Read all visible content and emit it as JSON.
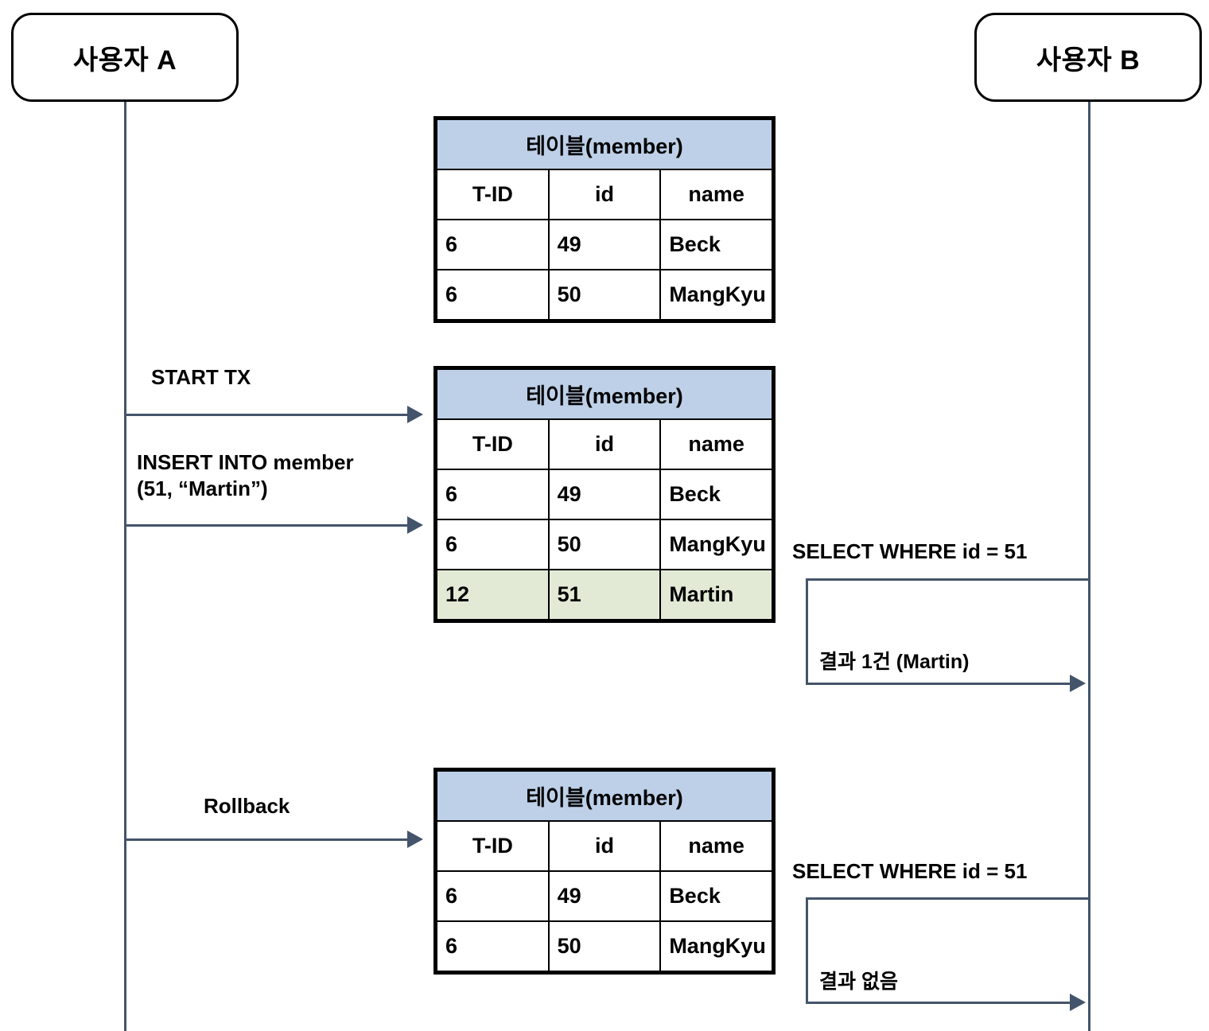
{
  "diagram": {
    "title": "Dirty Read sequence diagram",
    "colors": {
      "table_header_blue": "#bdd0e8",
      "new_row_green": "#e2ead6",
      "arrow_slate": "#44546a",
      "border_black": "#000000"
    }
  },
  "actors": {
    "left": {
      "label": "사용자 A"
    },
    "right": {
      "label": "사용자 B"
    }
  },
  "tables": [
    {
      "title": "테이블(member)",
      "columns": [
        "T-ID",
        "id",
        "name"
      ],
      "rows": [
        {
          "tid": "6",
          "id": "49",
          "name": "Beck",
          "highlight": false
        },
        {
          "tid": "6",
          "id": "50",
          "name": "MangKyu",
          "highlight": false
        }
      ]
    },
    {
      "title": "테이블(member)",
      "columns": [
        "T-ID",
        "id",
        "name"
      ],
      "rows": [
        {
          "tid": "6",
          "id": "49",
          "name": "Beck",
          "highlight": false
        },
        {
          "tid": "6",
          "id": "50",
          "name": "MangKyu",
          "highlight": false
        },
        {
          "tid": "12",
          "id": "51",
          "name": "Martin",
          "highlight": true
        }
      ]
    },
    {
      "title": "테이블(member)",
      "columns": [
        "T-ID",
        "id",
        "name"
      ],
      "rows": [
        {
          "tid": "6",
          "id": "49",
          "name": "Beck",
          "highlight": false
        },
        {
          "tid": "6",
          "id": "50",
          "name": "MangKyu",
          "highlight": false
        }
      ]
    }
  ],
  "messages": {
    "start_tx": "START TX",
    "insert": "INSERT INTO member\n(51, “Martin”)",
    "rollback": "Rollback"
  },
  "queries": {
    "select_1": "SELECT WHERE id = 51",
    "result_1": "결과 1건 (Martin)",
    "select_2": "SELECT WHERE id = 51",
    "result_2": "결과 없음"
  }
}
